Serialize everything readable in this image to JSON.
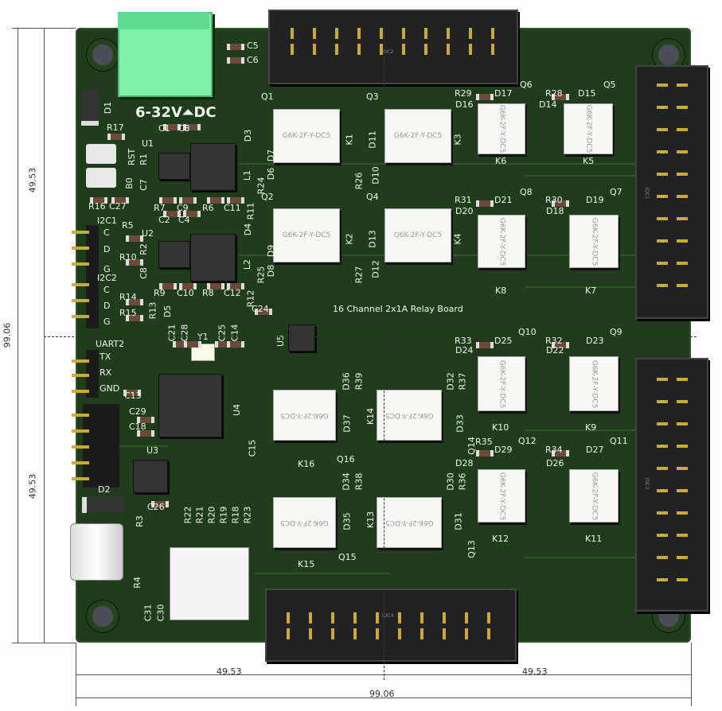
{
  "board_title": "16 Channel 2x1A Relay Board",
  "power_label": "6-32V⏶DC",
  "relay_part": "G6K-2F-Y-DC5",
  "relays": [
    "K1",
    "K2",
    "K3",
    "K4",
    "K5",
    "K6",
    "K7",
    "K8",
    "K9",
    "K10",
    "K11",
    "K12",
    "K13",
    "K14",
    "K15",
    "K16"
  ],
  "connectors": {
    "top": "IDC2",
    "bottom": "IDC4",
    "right_top": "IDC1",
    "right_bottom": "IDC3"
  },
  "dimensions": {
    "left_upper": "49.53",
    "left_total": "99.06",
    "left_lower": "49.53",
    "bottom_left": "49.53",
    "bottom_right": "49.53",
    "bottom_total": "99.06"
  },
  "labels": [
    "C5",
    "C6",
    "D1",
    "R17",
    "RST",
    "B0",
    "R16",
    "C27",
    "I2C1",
    "C",
    "D",
    "G",
    "I2C2",
    "C",
    "D",
    "G",
    "R5",
    "R10",
    "R14",
    "R15",
    "R13",
    "C24",
    "UART2",
    "TX",
    "RX",
    "GND",
    "C13",
    "C29",
    "C18",
    "U3",
    "D2",
    "C26",
    "R3",
    "R4",
    "C31",
    "C30",
    "R22",
    "R21",
    "R20",
    "R19",
    "R18",
    "R23",
    "U4",
    "C15",
    "Y1",
    "C21",
    "C28",
    "C25",
    "C14",
    "U5",
    "U1",
    "U2",
    "R1",
    "R2",
    "C7",
    "C8",
    "C1",
    "C2",
    "C3",
    "C4",
    "R7",
    "C9",
    "R6",
    "C11",
    "R9",
    "C10",
    "R8",
    "C12",
    "L1",
    "L2",
    "R11",
    "R12",
    "R24",
    "R25",
    "D3",
    "D4",
    "D6",
    "D7",
    "D8",
    "D9",
    "Q1",
    "Q2",
    "Q3",
    "Q4",
    "D10",
    "D11",
    "D12",
    "D13",
    "R26",
    "R27",
    "D5",
    "R29",
    "D17",
    "Q6",
    "R28",
    "D15",
    "Q5",
    "D16",
    "D14",
    "R31",
    "D21",
    "Q8",
    "R30",
    "D19",
    "Q7",
    "D20",
    "D18",
    "R33",
    "D25",
    "Q10",
    "R32",
    "D23",
    "Q9",
    "D24",
    "D22",
    "R35",
    "D29",
    "Q12",
    "R34",
    "D27",
    "Q11",
    "D28",
    "D26",
    "D36",
    "R39",
    "D37",
    "Q16",
    "D32",
    "R37",
    "D33",
    "Q14",
    "D34",
    "R38",
    "D35",
    "Q15",
    "D30",
    "R36",
    "D31",
    "Q13"
  ]
}
